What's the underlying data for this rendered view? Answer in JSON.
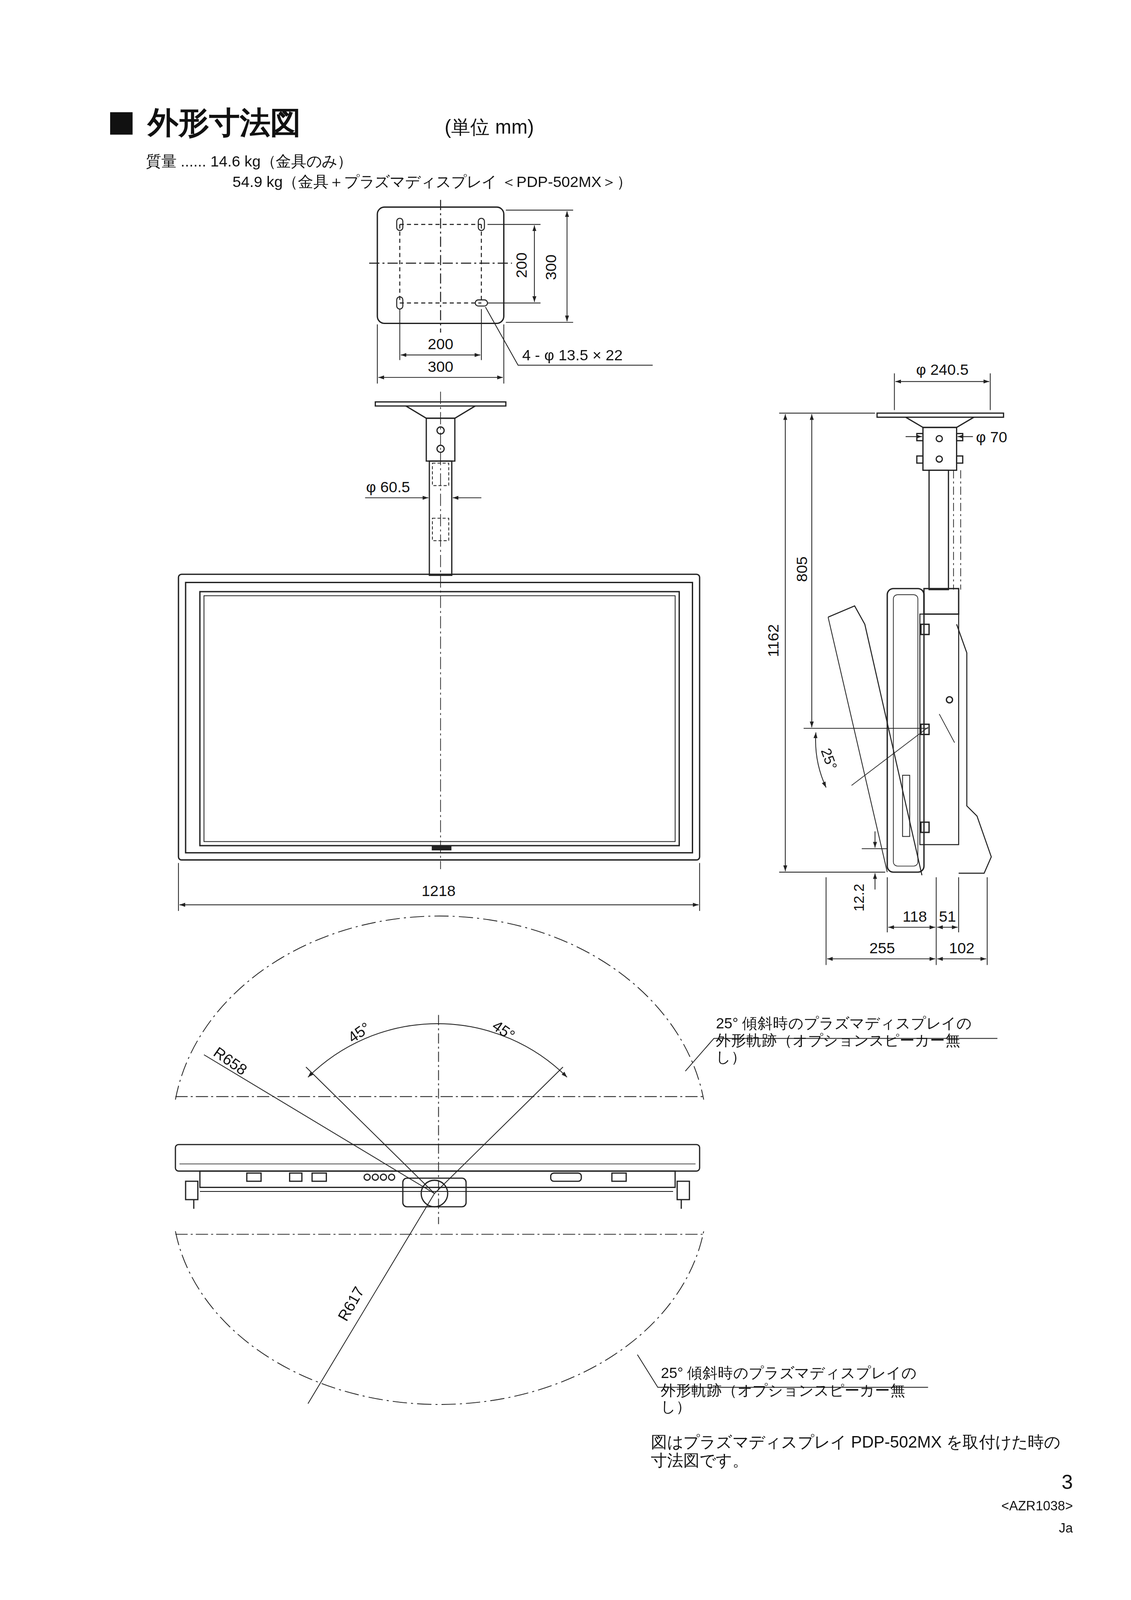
{
  "diagram": {
    "title": "外形寸法図",
    "caption": "図はプラズマディスプレイ PDP-502MX を取付けた時の 寸法図です。",
    "labels": [
      "(単位 mm)",
      "質量 ...... 14.6 kg（金具のみ）",
      "54.9 kg（金具＋プラズマディスプレイ ＜PDP-502MX＞）",
      "200",
      "300",
      "200",
      "300",
      "4 - φ 13.5 × 22",
      "φ 60.5",
      "1218",
      "φ 240.5",
      "φ 70",
      "805",
      "1162",
      "25°",
      "12.2",
      "118",
      "51",
      "255",
      "102",
      "25° 傾斜時のプラズマディスプレイの 外形軌跡（オプションスピーカー無し）",
      "45°",
      "45°",
      "R658",
      "R617",
      "25° 傾斜時のプラズマディスプレイの 外形軌跡（オプションスピーカー無し）",
      "3",
      "<AZR1038>",
      "Ja"
    ]
  }
}
